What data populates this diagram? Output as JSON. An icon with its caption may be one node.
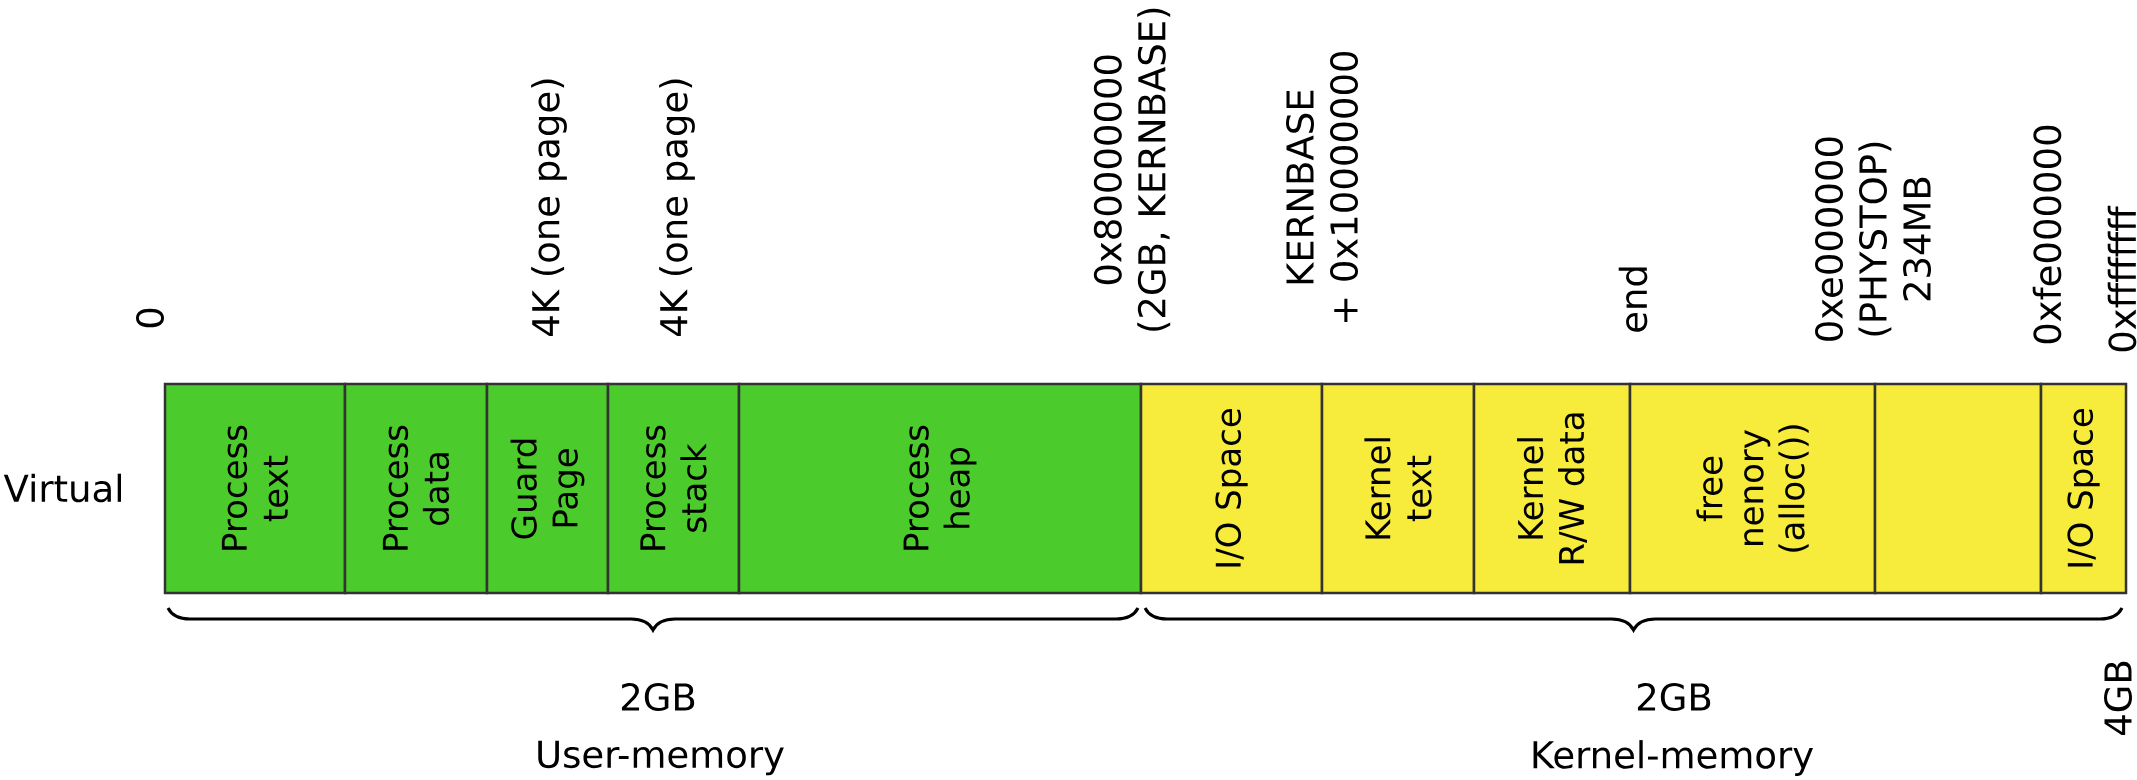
{
  "diagram": {
    "nodes": [
      {
        "text": [
          "Process text"
        ]
      },
      {
        "text": [
          "Process data"
        ]
      },
      {
        "text": [
          "Guard Page"
        ]
      },
      {
        "text": [
          "Process stack"
        ]
      },
      {
        "text": [
          "Process heap"
        ]
      },
      {
        "text": [
          "I/O Space"
        ]
      },
      {
        "text": [
          "Kernel text"
        ]
      },
      {
        "text": [
          "Kernel R/W data"
        ]
      },
      {
        "text": [
          "free nenory (alloc())"
        ]
      },
      {
        "text": [],
        "shape": "box"
      },
      {
        "text": [
          "I/O Space"
        ]
      }
    ],
    "labels": [
      "0",
      "4K (one page)",
      "4K (one page)",
      "0x80000000 (2GB, KERNBASE)",
      "KERNBASE + 0x10000000",
      "end",
      "0xe000000 (PHYSTOP) 234MB",
      "0xfe000000",
      "0xffffffff",
      "Virtual",
      "2GB",
      "2GB",
      "4GB",
      "User-memory",
      "Kernel-memory"
    ]
  }
}
